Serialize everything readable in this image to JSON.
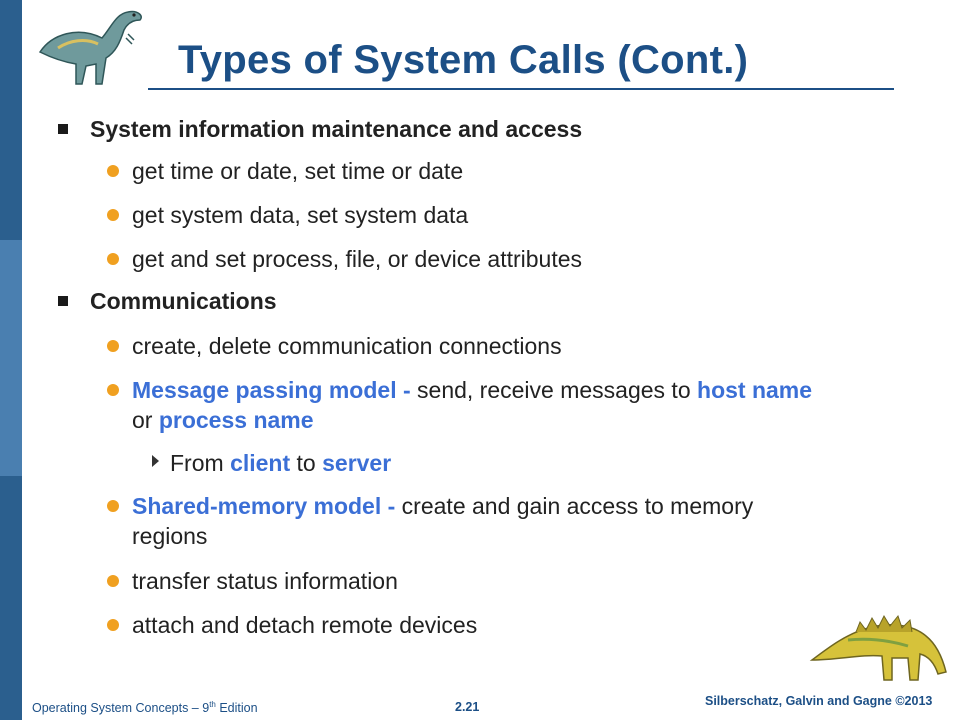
{
  "slide": {
    "title": "Types of System Calls (Cont.)"
  },
  "bullets": {
    "sys_info": "System information maintenance and access",
    "sys_info_items": [
      "get time or date, set time or date",
      "get system data, set system data",
      "get and set process, file, or device attributes"
    ],
    "comm": "Communications",
    "comm_item_1": "create, delete communication connections",
    "msg": {
      "hl1": "Message passing model -",
      "t1": " send, receive messages to ",
      "hl2": "host name",
      "t2": "or ",
      "hl3": "process name"
    },
    "sub": {
      "t1": "From ",
      "hl1": "client",
      "t2": " to ",
      "hl2": "server"
    },
    "shm": {
      "hl1": "Shared-memory model -",
      "t1": " create and gain access to memory",
      "t2": "regions"
    },
    "comm_item_4": "transfer status information",
    "comm_item_5": "attach and detach remote devices"
  },
  "footer": {
    "left_main": "Operating System Concepts – 9",
    "left_sup": "th",
    "left_tail": " Edition",
    "center": "2.21",
    "right": "Silberschatz, Galvin and Gagne ©2013"
  },
  "colors": {
    "title": "#1c4f86",
    "highlight": "#3b6fd6",
    "bullet_dot": "#f0a020",
    "left_bar": "#2b5f8e"
  }
}
